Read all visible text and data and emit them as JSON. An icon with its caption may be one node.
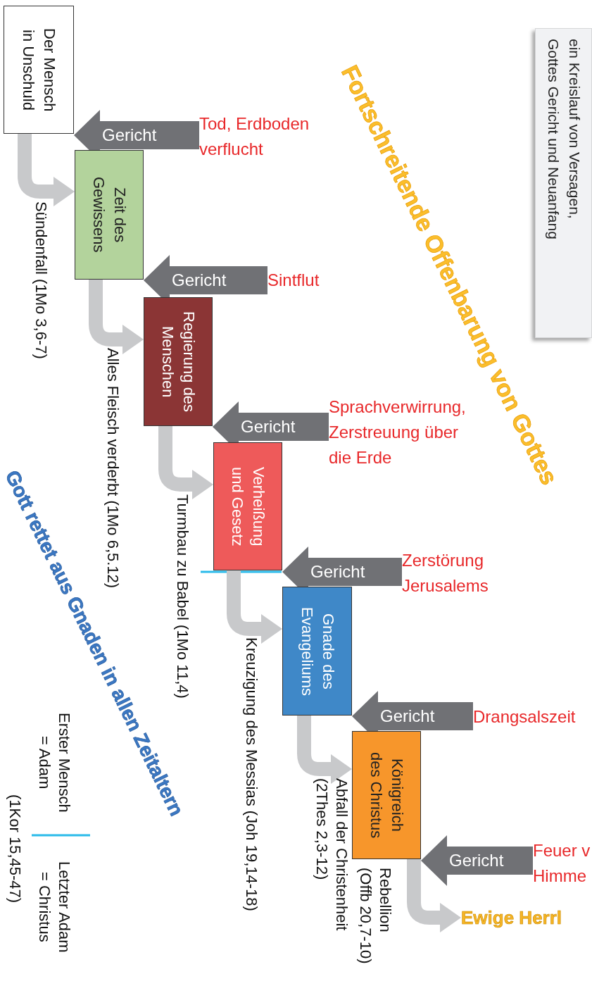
{
  "diagram": {
    "nodes": [
      {
        "text": [
          "Der Mensch in Unschuld"
        ]
      },
      {
        "text": [
          "Zeit des Gewissens"
        ]
      },
      {
        "text": [
          "Regierung des Menschen"
        ]
      },
      {
        "text": [
          "Verheißung und Gesetz"
        ]
      },
      {
        "text": [
          "Gnade des Evangeliums"
        ]
      },
      {
        "text": [
          "Königreich des Christus"
        ]
      },
      {
        "text": [
          "Ewige Herrl"
        ]
      },
      {
        "text": [
          "Tod, Erdboden verflucht"
        ]
      },
      {
        "text": [
          "Sintflut"
        ]
      },
      {
        "text": [
          "Sprachverwirrung, Zerstreuung über die Erde"
        ]
      },
      {
        "text": [
          "Zerstörung Jerusalems"
        ]
      },
      {
        "text": [
          "Drangsalszeit"
        ]
      },
      {
        "text": [
          "Feuer v Himme"
        ]
      },
      {
        "text": [
          "ein Kreislauf von Versagen, Gottes Gericht und Neuanfang"
        ]
      }
    ],
    "edges": [
      {
        "from": 0,
        "to": 1,
        "arrow": "to",
        "label": "Sündenfall (1Mo 3,6-7)"
      },
      {
        "from": 1,
        "to": 2,
        "arrow": "to",
        "label": "Alles Fleisch verderbt (1Mo 6,5.12)"
      },
      {
        "from": 2,
        "to": 3,
        "arrow": "to",
        "label": "Turmbau zu Babel (1Mo 11,4)"
      },
      {
        "from": 3,
        "to": 4,
        "arrow": "to",
        "label": "Kreuzigung des Messias (Joh 19,14-18)"
      },
      {
        "from": 4,
        "to": 5,
        "arrow": "to",
        "label": "Abfall der Christenheit (2Thes 2,3-12)"
      },
      {
        "from": 5,
        "to": 6,
        "arrow": "to",
        "label": "Rebellion (Offb 20,7-10)"
      },
      {
        "from": 7,
        "to": 0,
        "arrow": "to",
        "label": "Gericht",
        "style": "thick",
        "color": "#707175"
      },
      {
        "from": 8,
        "to": 1,
        "arrow": "to",
        "label": "Gericht",
        "style": "thick",
        "color": "#707175"
      },
      {
        "from": 9,
        "to": 2,
        "arrow": "to",
        "label": "Gericht",
        "style": "thick",
        "color": "#707175"
      },
      {
        "from": 10,
        "to": 3,
        "arrow": "to",
        "label": "Gericht",
        "style": "thick",
        "color": "#707175"
      },
      {
        "from": 11,
        "to": 4,
        "arrow": "to",
        "label": "Gericht",
        "style": "thick",
        "color": "#707175"
      },
      {
        "from": 12,
        "to": 5,
        "arrow": "to",
        "label": "Gericht",
        "style": "thick",
        "color": "#707175"
      }
    ],
    "labels": [
      "Fortschreitende Offenbarung von Gottes",
      "Gott rettet aus Gnaden in allen Zeitaltern",
      "Erster Mensch = Adam",
      "Letzter Adam = Christus",
      "(1Kor 15,45-47)"
    ]
  }
}
